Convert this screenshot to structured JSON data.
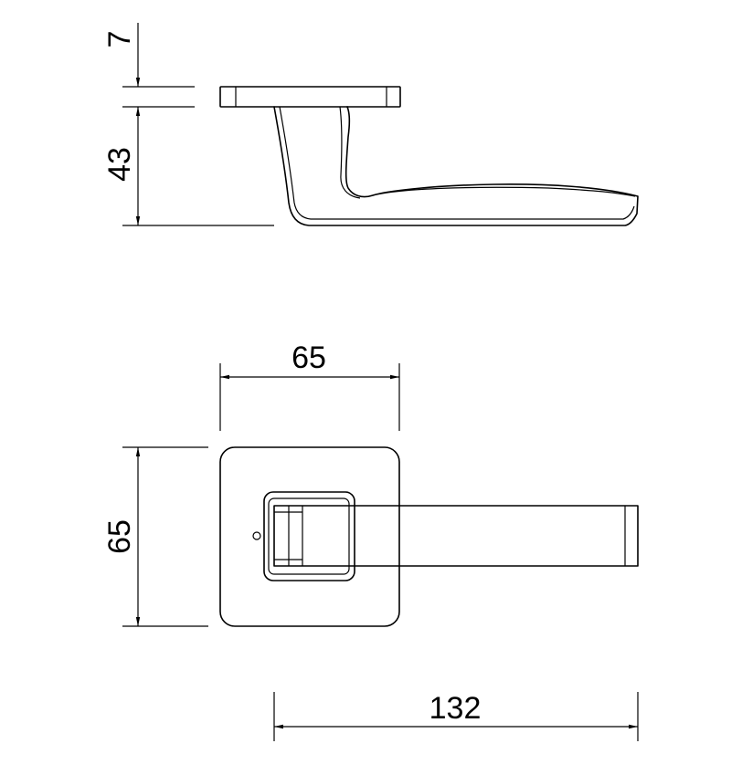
{
  "drawing": {
    "dimensions": {
      "rose_thickness": "7",
      "lever_height": "43",
      "rose_width": "65",
      "rose_height": "65",
      "lever_length": "132"
    }
  }
}
